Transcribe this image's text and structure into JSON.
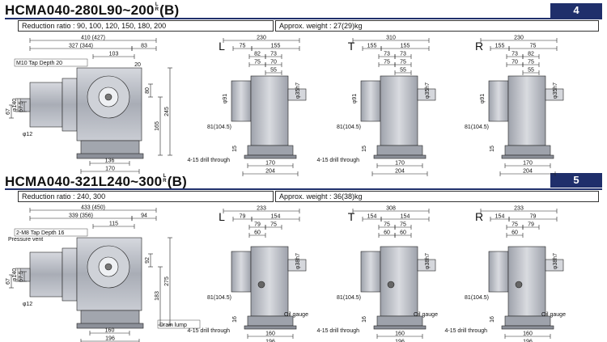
{
  "sections": [
    {
      "title_main": "HCMA040-280L90~200",
      "title_frac_top": "L",
      "title_frac_bot": "R",
      "title_suffix": "(B)",
      "page": "4",
      "reduction": "Reduction ratio : 90, 100, 120, 150, 180, 200",
      "weight": "Approx. weight : 27(29)kg",
      "front": {
        "d1": "410 (427)",
        "d2": "327 (344)",
        "d3": "83",
        "d4": "103",
        "d5": "20",
        "tap": "M10 Tap Depth 20",
        "shaft": "φ140",
        "d67": "67",
        "d675": "67.5",
        "d12": "φ12",
        "d80": "80",
        "d165": "165",
        "d245": "245",
        "d136": "136",
        "d170": "170"
      },
      "views": [
        {
          "letter": "L",
          "top": "230",
          "a": "75",
          "b": "155",
          "c": "82",
          "d": "73",
          "e": "75",
          "f": "70",
          "g": "55",
          "shaft": "φ35h7",
          "flange": "φ91",
          "h": "81(104.5)",
          "i": "15",
          "drill": "4-15 drill through",
          "w1": "170",
          "w2": "204"
        },
        {
          "letter": "T",
          "top": "310",
          "a": "155",
          "b": "155",
          "c": "73",
          "d": "73",
          "e": "75",
          "f": "75",
          "g": "55",
          "shaft": "φ35h7",
          "flange": "φ91",
          "h": "81(104.5)",
          "i": "15",
          "drill": "4-15 drill through",
          "w1": "170",
          "w2": "204"
        },
        {
          "letter": "R",
          "top": "230",
          "a": "155",
          "b": "75",
          "c": "73",
          "d": "82",
          "e": "70",
          "f": "75",
          "g": "55",
          "shaft": "φ35h7",
          "flange": "φ91",
          "h": "81(104.5)",
          "i": "15",
          "drill": "",
          "w1": "170",
          "w2": "204"
        }
      ]
    },
    {
      "title_main": "HCMA040-321L240~300",
      "title_frac_top": "L",
      "title_frac_bot": "R",
      "title_suffix": "(B)",
      "page": "5",
      "reduction": "Reduction ratio : 240, 300",
      "weight": "Approx. weight : 36(38)kg",
      "front": {
        "d1": "433 (450)",
        "d2": "339 (356)",
        "d3": "94",
        "d4": "115",
        "d5": "",
        "tap": "2-M8 Tap Depth 16",
        "vent": "Pressure vent",
        "shaft": "φ140",
        "d67": "67",
        "d675": "67.5",
        "d12": "φ12",
        "d80": "92",
        "d165": "183",
        "d245": "275",
        "d136": "160",
        "d170": "196",
        "drain": "Drain lump"
      },
      "views": [
        {
          "letter": "L",
          "top": "233",
          "a": "79",
          "b": "154",
          "c": "79",
          "d": "75",
          "e": "60",
          "f": "",
          "g": "",
          "shaft": "φ38h7",
          "flange": "",
          "h": "81(104.5)",
          "i": "16",
          "drill": "4-15 drill through",
          "oil": "Oil gauge",
          "w1": "160",
          "w2": "196"
        },
        {
          "letter": "T",
          "top": "308",
          "a": "154",
          "b": "154",
          "c": "75",
          "d": "75",
          "e": "60",
          "f": "60",
          "g": "",
          "shaft": "φ38h7",
          "flange": "",
          "h": "81(104.5)",
          "i": "16",
          "drill": "4-15 drill through",
          "oil": "Oil gauge",
          "w1": "160",
          "w2": "196"
        },
        {
          "letter": "R",
          "top": "233",
          "a": "154",
          "b": "79",
          "c": "75",
          "d": "79",
          "e": "60",
          "f": "",
          "g": "",
          "shaft": "φ38h7",
          "flange": "",
          "h": "81(104.5)",
          "i": "16",
          "drill": "4-15 drill through",
          "oil": "Oil gauge",
          "w1": "160",
          "w2": "196"
        }
      ]
    }
  ],
  "colors": {
    "navy": "#1f2f6b",
    "metal": "#b9bcc4",
    "metal_dark": "#8c9099",
    "line": "#222"
  }
}
